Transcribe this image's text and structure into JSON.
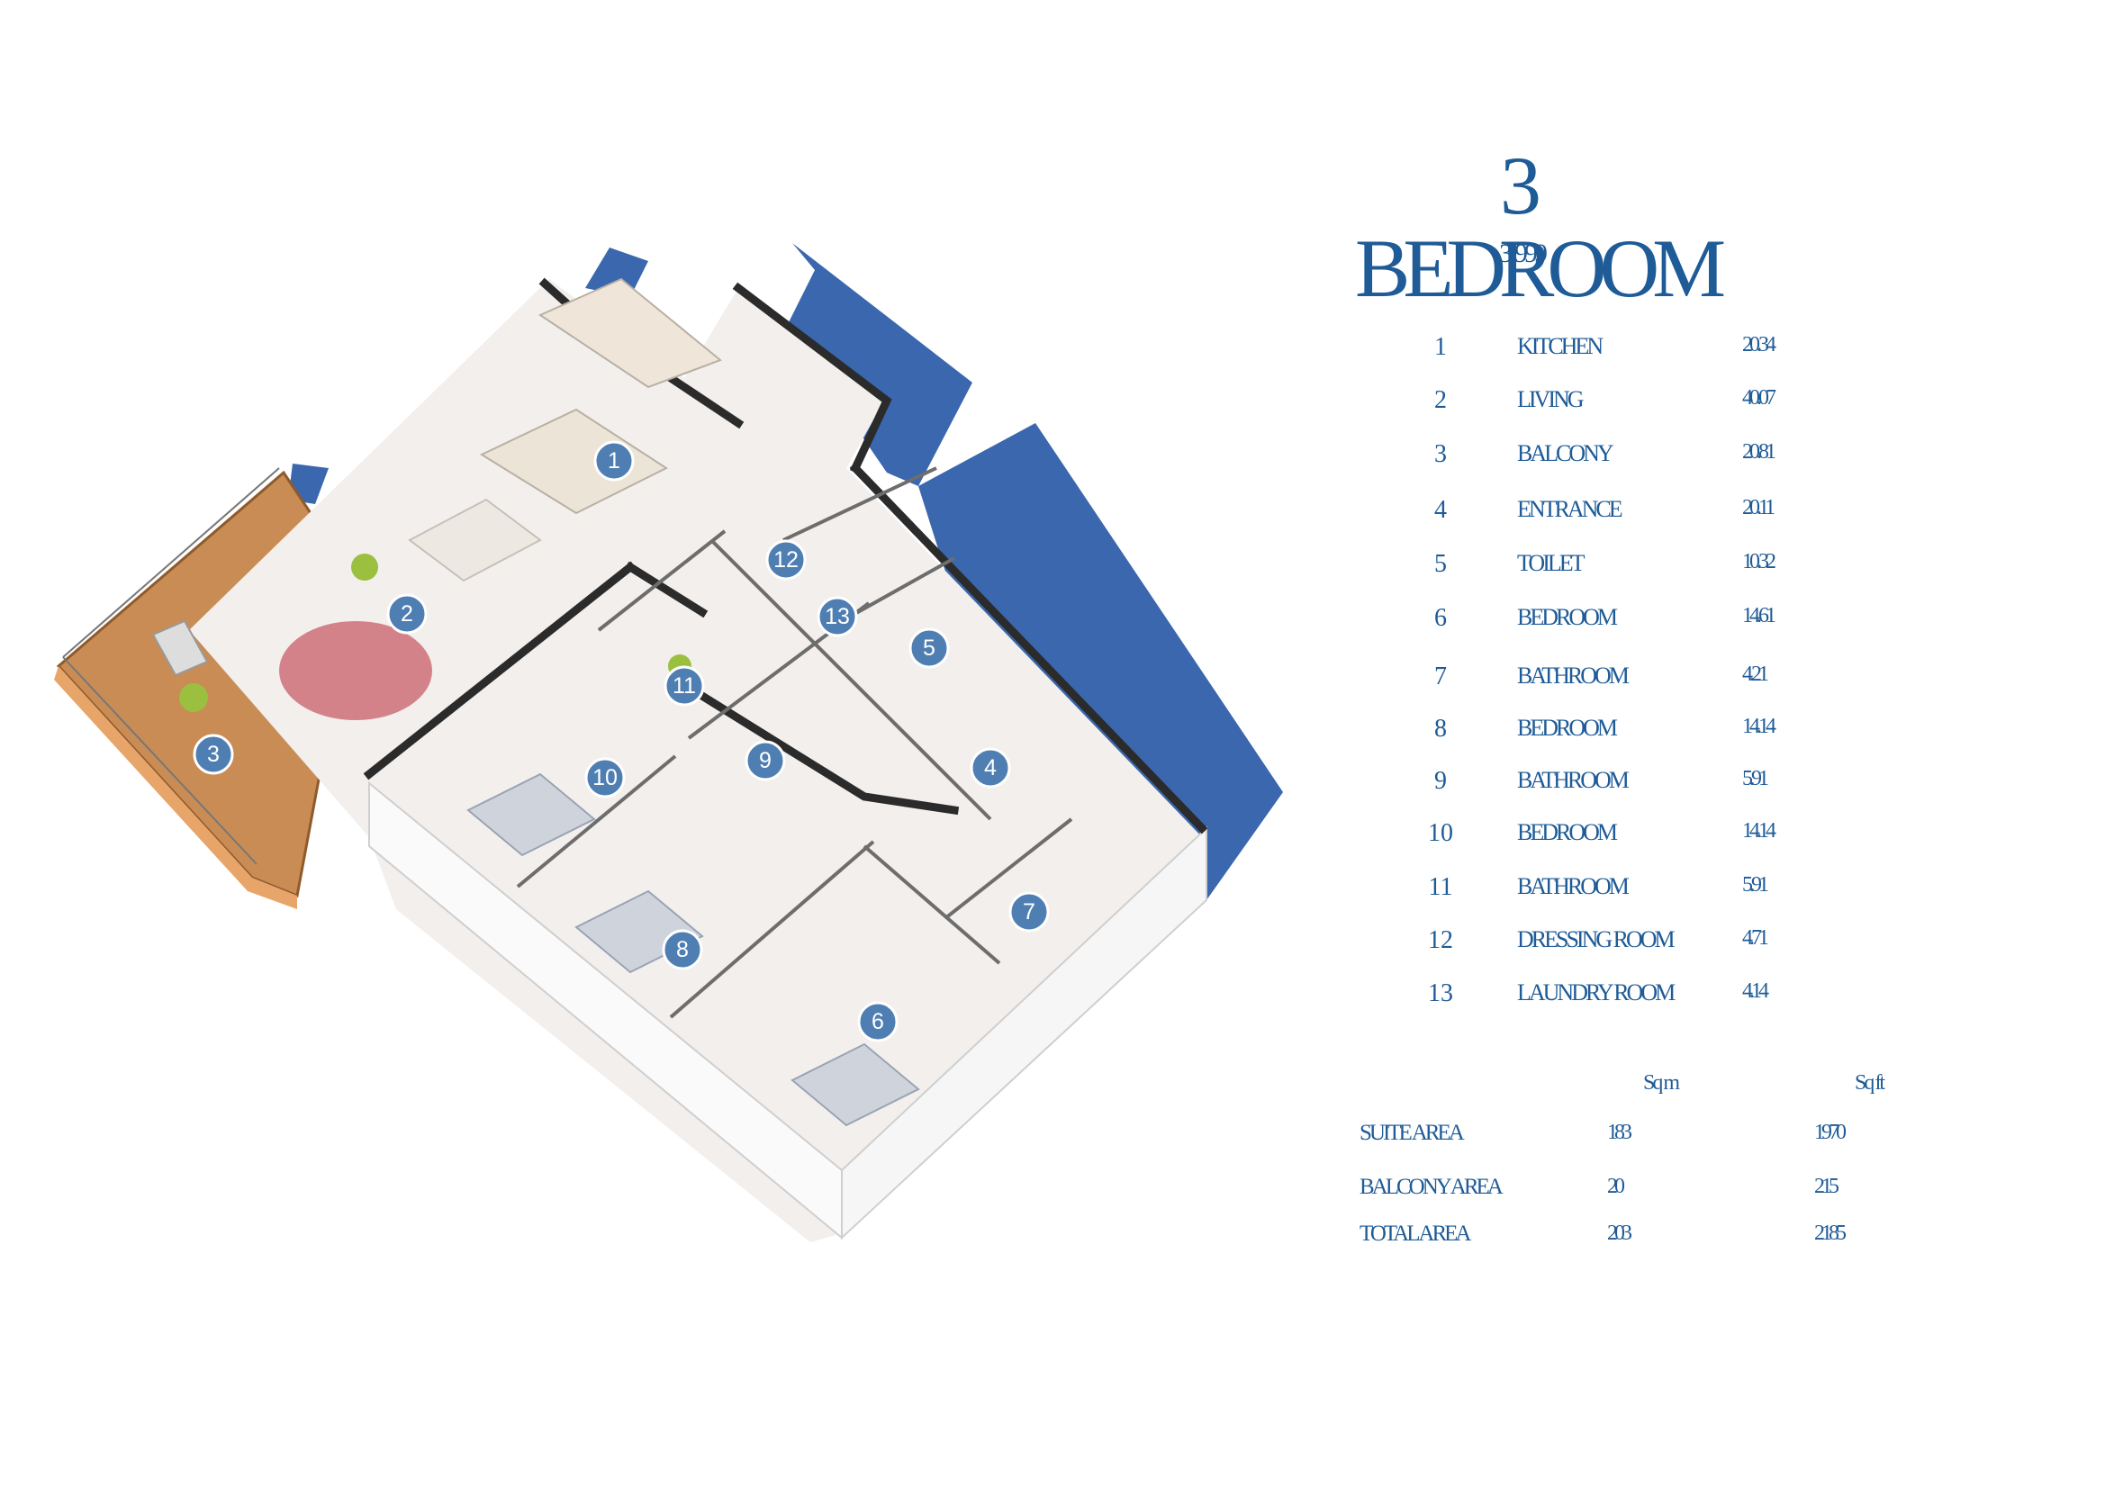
{
  "title": "3 BEDROOM",
  "subtitle": "3·999",
  "rooms": [
    {
      "num": "1",
      "name": "KITCHEN",
      "area": "20.34"
    },
    {
      "num": "2",
      "name": "LIVING",
      "area": "40.07"
    },
    {
      "num": "3",
      "name": "BALCONY",
      "area": "20.81"
    },
    {
      "num": "4",
      "name": "ENTRANCE",
      "area": "20.11"
    },
    {
      "num": "5",
      "name": "TOILET",
      "area": "10.32"
    },
    {
      "num": "6",
      "name": "BEDROOM",
      "area": "14.61"
    },
    {
      "num": "7",
      "name": "BATHROOM",
      "area": "4.21"
    },
    {
      "num": "8",
      "name": "BEDROOM",
      "area": "14.14"
    },
    {
      "num": "9",
      "name": "BATHROOM",
      "area": "5.91"
    },
    {
      "num": "10",
      "name": "BEDROOM",
      "area": "14.14"
    },
    {
      "num": "11",
      "name": "BATHROOM",
      "area": "5.91"
    },
    {
      "num": "12",
      "name": "DRESSING ROOM",
      "area": "4.71"
    },
    {
      "num": "13",
      "name": "LAUNDRY ROOM",
      "area": "4.14"
    }
  ],
  "summary": {
    "headers": [
      "Sq m",
      "Sq ft"
    ],
    "rows": [
      {
        "label": "SUITE AREA",
        "v1": "183",
        "v2": "1970"
      },
      {
        "label": "BALCONY AREA",
        "v1": "20",
        "v2": "215"
      },
      {
        "label": "TOTAL AREA",
        "v1": "203",
        "v2": "2185"
      }
    ]
  },
  "colors": {
    "accent": "#1e5b97",
    "marker": "#4f7fb2",
    "wall": "#2b2b2b",
    "floor": "#f2efec",
    "deck": "#c98c55"
  }
}
